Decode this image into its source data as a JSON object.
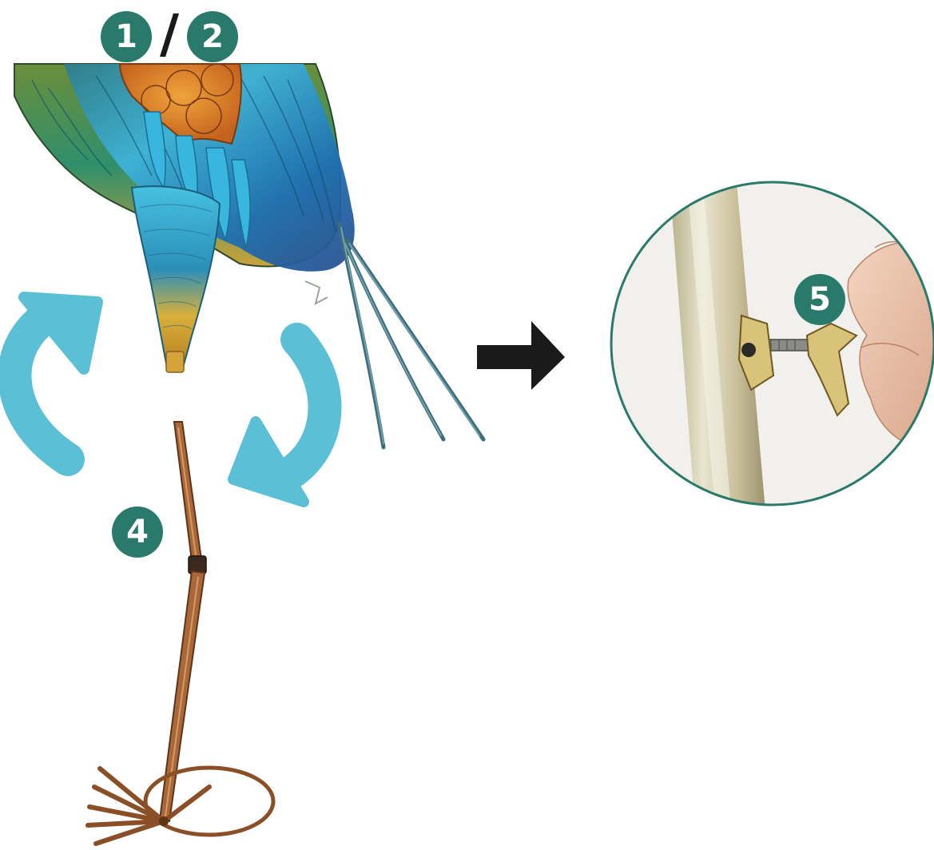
{
  "steps": {
    "step1": "1",
    "separator": "/",
    "step2": "2",
    "step4": "4",
    "step5": "5"
  },
  "colors": {
    "badge": "#2a7a6c",
    "rotate_arrows": "#5bbfd6",
    "next_arrow": "#1a1a1a",
    "inset_border": "#2a7a6c",
    "leg_copper": "#a8683a"
  },
  "icons": {
    "rotate_left": "rotate-counterclockwise-icon",
    "rotate_right": "rotate-clockwise-icon",
    "next": "arrow-right-icon"
  }
}
